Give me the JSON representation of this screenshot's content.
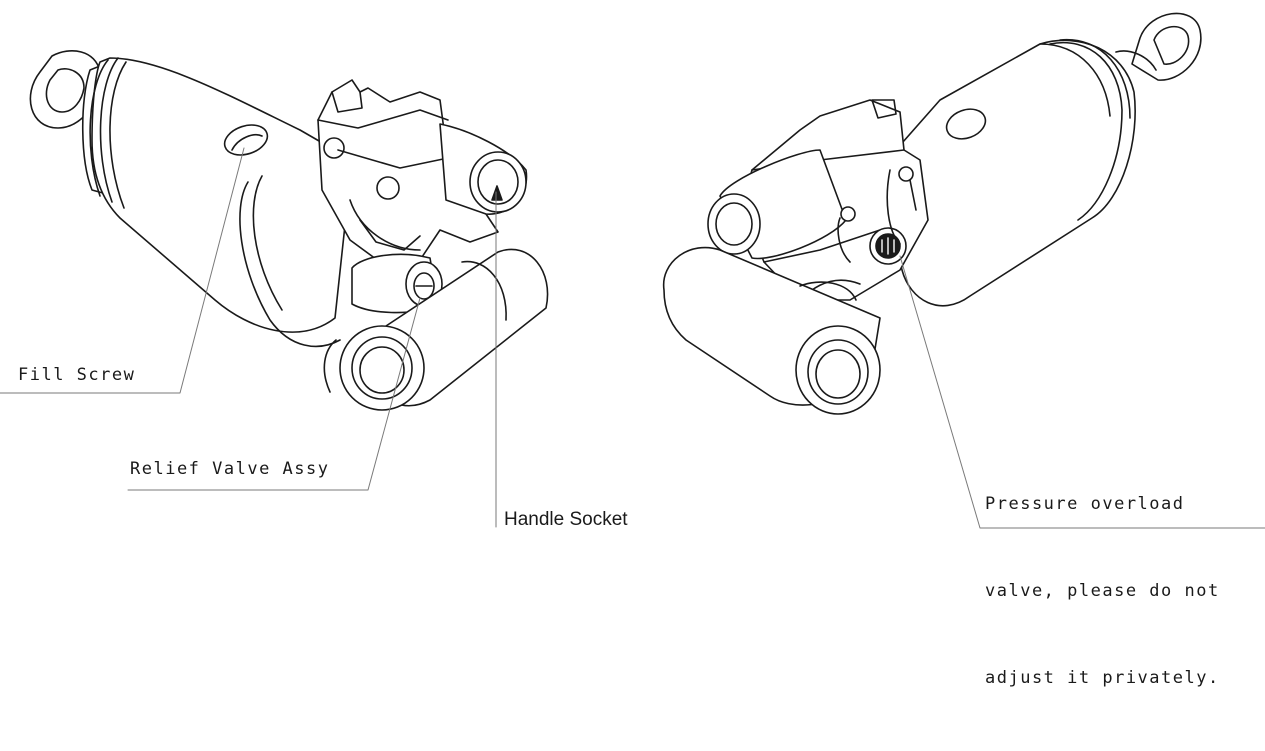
{
  "labels": {
    "fill_screw": "Fill Screw",
    "relief_valve": "Relief Valve Assy",
    "handle_socket": "Handle Socket",
    "pressure_line1": "Pressure overload",
    "pressure_line2": "valve, please do not",
    "pressure_line3": "adjust it privately."
  },
  "colors": {
    "line": "#1a1a1a",
    "leader": "#7a7a7a",
    "background": "#ffffff"
  }
}
